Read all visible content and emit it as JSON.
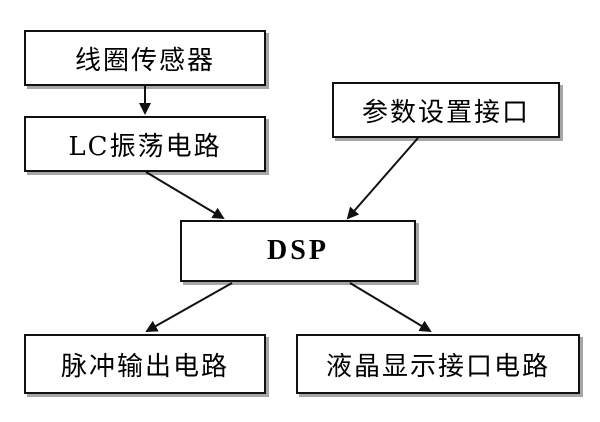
{
  "diagram": {
    "nodes": {
      "coil_sensor": "线圈传感器",
      "lc_oscillator": "LC振荡电路",
      "param_interface": "参数设置接口",
      "dsp": "DSP",
      "pulse_output": "脉冲输出电路",
      "lcd_interface": "液晶显示接口电路"
    },
    "edges": [
      {
        "from": "coil_sensor",
        "to": "lc_oscillator"
      },
      {
        "from": "lc_oscillator",
        "to": "dsp"
      },
      {
        "from": "param_interface",
        "to": "dsp"
      },
      {
        "from": "dsp",
        "to": "pulse_output"
      },
      {
        "from": "dsp",
        "to": "lcd_interface"
      }
    ]
  }
}
